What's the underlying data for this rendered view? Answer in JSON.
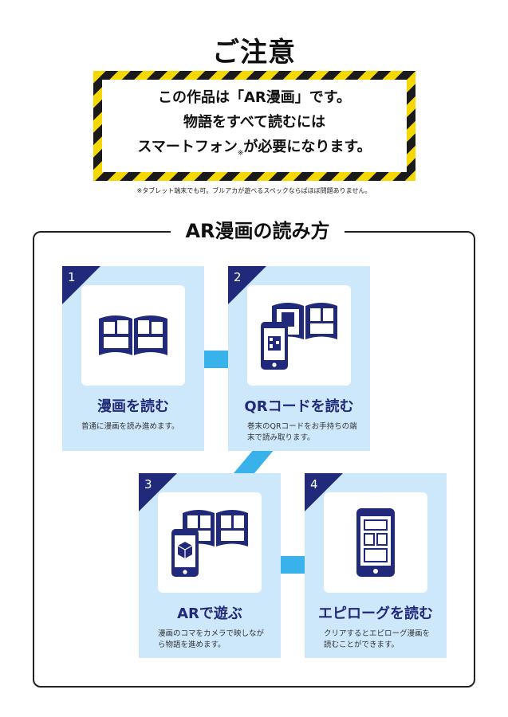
{
  "header": {
    "title": "ご注意",
    "notice_line1": "この作品は「AR漫画」です。",
    "notice_line2": "物語をすべて読むには",
    "notice_line3a": "スマートフォン",
    "notice_mark": "※",
    "notice_line3b": "が必要になります。",
    "footnote": "※タブレット端末でも可。ブルアカが遊べるスペックならばほぼ問題ありません。"
  },
  "how_to": {
    "title": "AR漫画の読み方",
    "steps": [
      {
        "number": "1",
        "title": "漫画を読む",
        "desc": "普通に漫画を読み進めます。",
        "icon": "open-book-icon"
      },
      {
        "number": "2",
        "title": "QRコードを読む",
        "desc": "巻末のQRコードをお手持ちの端末で読み取ります。",
        "icon": "phone-qr-book-icon"
      },
      {
        "number": "3",
        "title": "ARで遊ぶ",
        "desc": "漫画のコマをカメラで映しながら物語を進めます。",
        "icon": "phone-ar-cube-book-icon"
      },
      {
        "number": "4",
        "title": "エピローグを読む",
        "desc": "クリアするとエピローグ漫画を読むことができます。",
        "icon": "phone-comic-icon"
      }
    ]
  },
  "colors": {
    "navy": "#21297a",
    "card_bg": "#cde8fb",
    "connector": "#39b1ea",
    "caution_yellow": "#f5d800"
  }
}
